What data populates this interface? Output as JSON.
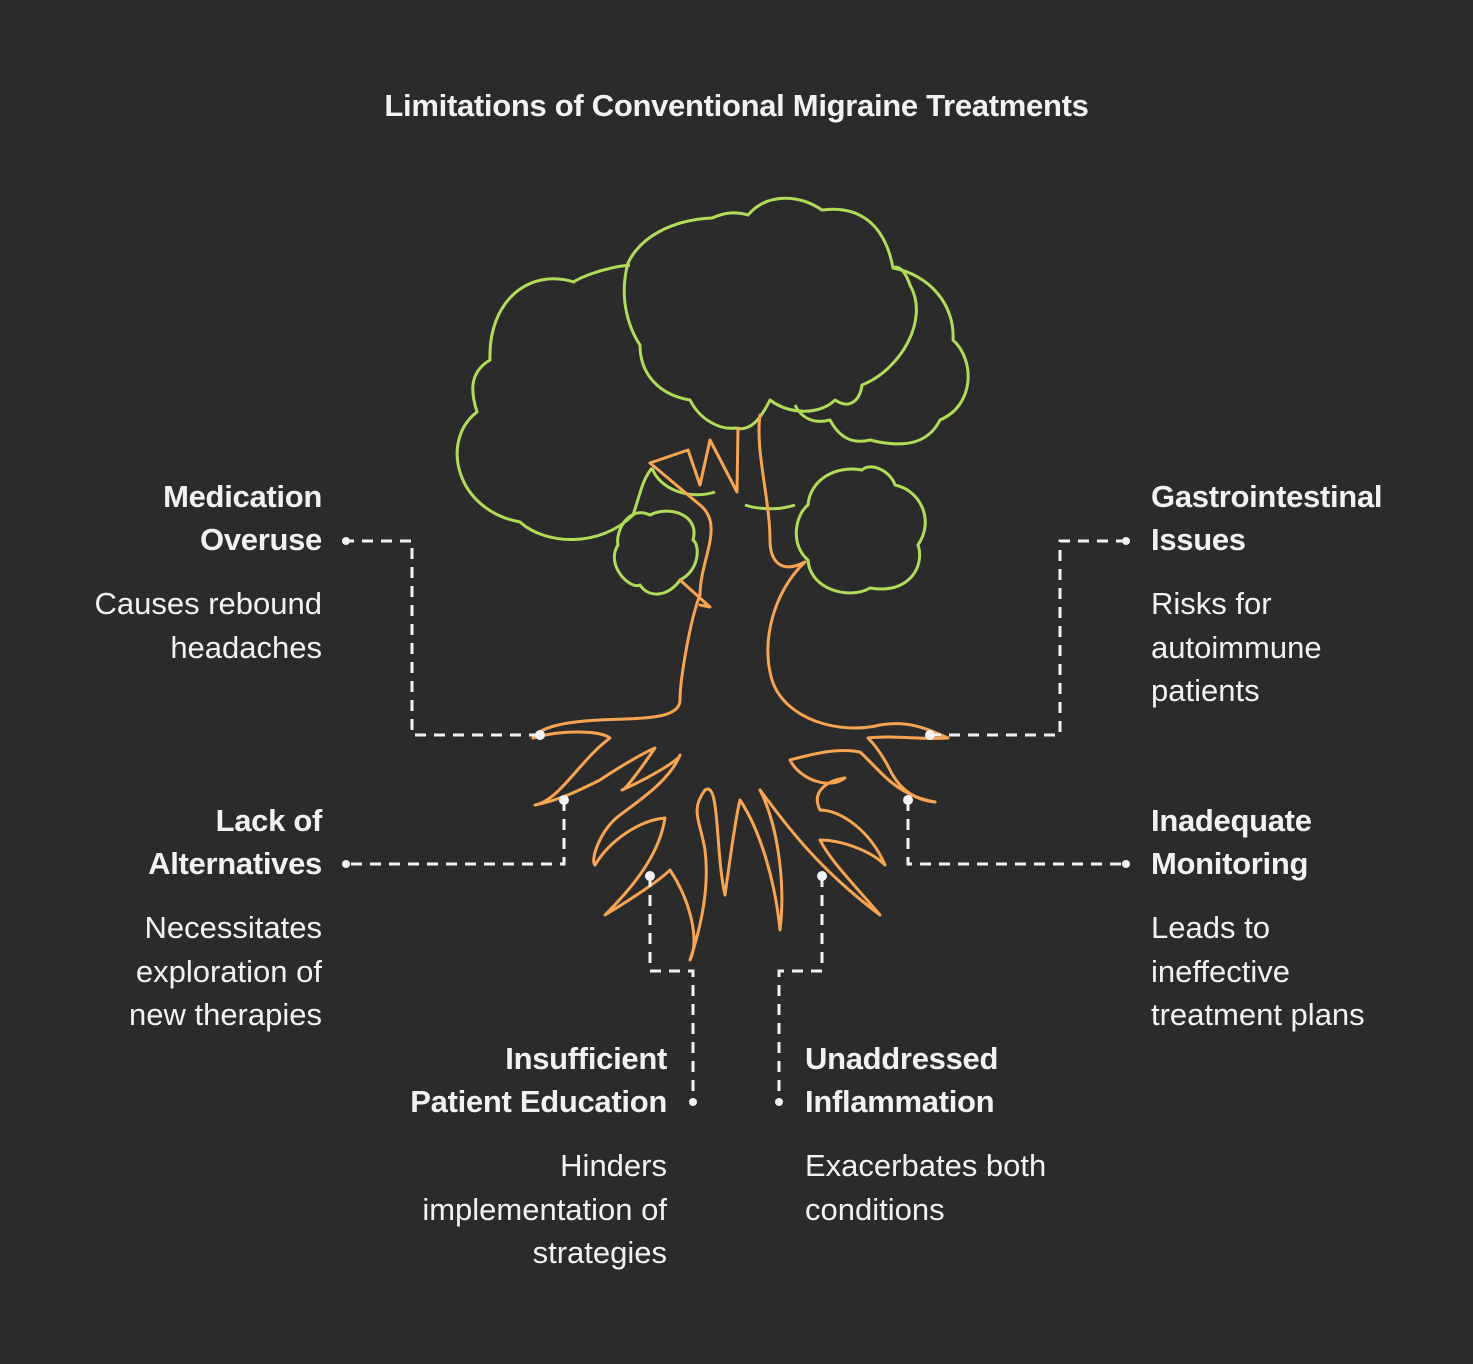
{
  "title": "Limitations of Conventional Migraine Treatments",
  "colors": {
    "background": "#2b2b2b",
    "foliage": "#b1dc5a",
    "trunk_roots": "#f7a552",
    "text": "#f2f2f2",
    "connectors": "#f2f2f2"
  },
  "items": [
    {
      "id": "medication-overuse",
      "title_lines": [
        "Medication",
        "Overuse"
      ],
      "desc_lines": [
        "Causes rebound",
        "headaches"
      ],
      "side": "left"
    },
    {
      "id": "gastrointestinal-issues",
      "title_lines": [
        "Gastrointestinal",
        "Issues"
      ],
      "desc_lines": [
        "Risks for",
        "autoimmune",
        "patients"
      ],
      "side": "right"
    },
    {
      "id": "lack-of-alternatives",
      "title_lines": [
        "Lack of",
        "Alternatives"
      ],
      "desc_lines": [
        "Necessitates",
        "exploration of",
        "new therapies"
      ],
      "side": "left"
    },
    {
      "id": "inadequate-monitoring",
      "title_lines": [
        "Inadequate",
        "Monitoring"
      ],
      "desc_lines": [
        "Leads to",
        "ineffective",
        "treatment plans"
      ],
      "side": "right"
    },
    {
      "id": "insufficient-patient-education",
      "title_lines": [
        "Insufficient",
        "Patient Education"
      ],
      "desc_lines": [
        "Hinders",
        "implementation of",
        "strategies"
      ],
      "side": "bottom-left"
    },
    {
      "id": "unaddressed-inflammation",
      "title_lines": [
        "Unaddressed",
        "Inflammation"
      ],
      "desc_lines": [
        "Exacerbates both",
        "conditions"
      ],
      "side": "bottom-right"
    }
  ]
}
